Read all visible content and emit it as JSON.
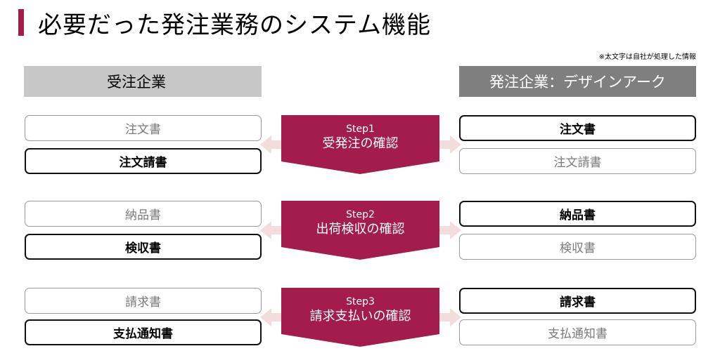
{
  "title": "必要だった発注業務のシステム機能",
  "note": "※太文字は自社が処理した情報",
  "headers": {
    "left": "受注企業",
    "right": "発注企業：デザインアーク"
  },
  "colors": {
    "accent": "#a31c4c",
    "header_left_bg": "#c7c7c7",
    "header_right_bg": "#7f7f7f",
    "arrow_light": "#f2dcdc"
  },
  "steps": [
    {
      "label": "Step1",
      "name": "受発注の確認",
      "left": [
        {
          "text": "注文書",
          "bold": false
        },
        {
          "text": "注文請書",
          "bold": true
        }
      ],
      "right": [
        {
          "text": "注文書",
          "bold": true
        },
        {
          "text": "注文請書",
          "bold": false
        }
      ]
    },
    {
      "label": "Step2",
      "name": "出荷検収の確認",
      "left": [
        {
          "text": "納品書",
          "bold": false
        },
        {
          "text": "検収書",
          "bold": true
        }
      ],
      "right": [
        {
          "text": "納品書",
          "bold": true
        },
        {
          "text": "検収書",
          "bold": false
        }
      ]
    },
    {
      "label": "Step3",
      "name": "請求支払いの確認",
      "left": [
        {
          "text": "請求書",
          "bold": false
        },
        {
          "text": "支払通知書",
          "bold": true
        }
      ],
      "right": [
        {
          "text": "請求書",
          "bold": true
        },
        {
          "text": "支払通知書",
          "bold": false
        }
      ]
    }
  ]
}
